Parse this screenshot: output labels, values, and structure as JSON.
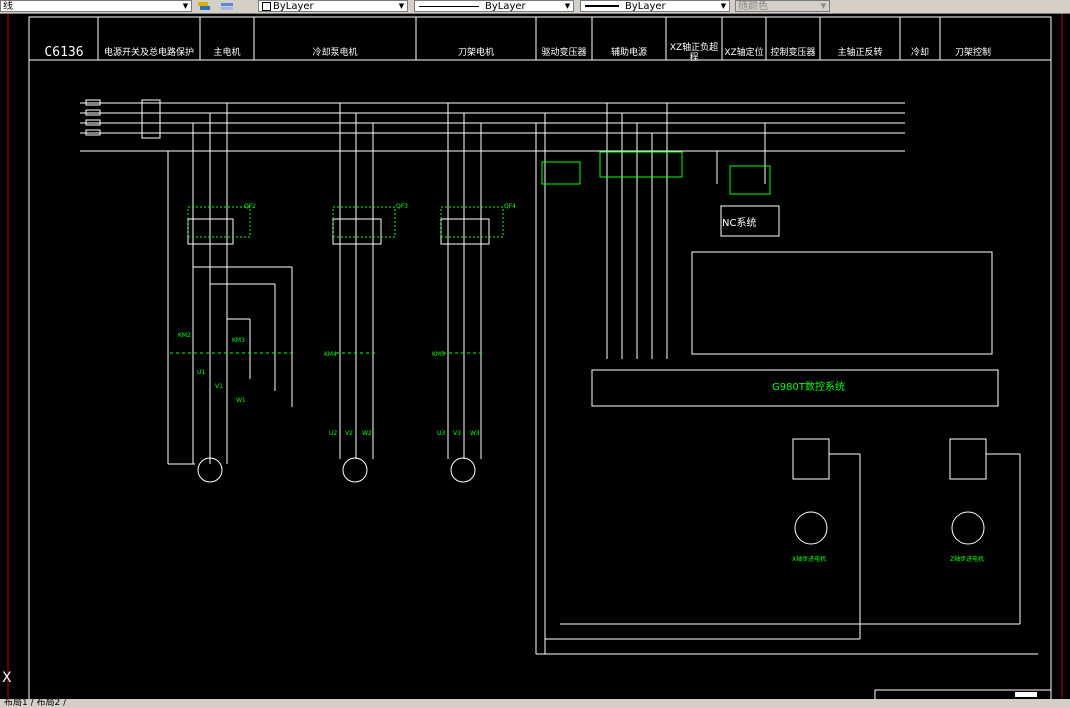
{
  "toolbar": {
    "layer_name": "线",
    "color_label": "ByLayer",
    "linetype_label": "ByLayer",
    "lineweight_label": "ByLayer",
    "plotstyle_label": "随颜色"
  },
  "title_block": {
    "model": "C6136",
    "columns": [
      "电源开关及总电路保护",
      "主电机",
      "冷却泵电机",
      "刀架电机",
      "驱动变压器",
      "辅助电源",
      "XZ轴正负超程",
      "XZ轴定位",
      "控制变压器",
      "主轴正反转",
      "冷却",
      "刀架控制"
    ]
  },
  "drawing": {
    "controller_label": "G980T数控系统",
    "nc_box_label": "NC系统",
    "qf_labels": [
      "QF2",
      "QF3",
      "QF4"
    ],
    "km_labels": [
      "KM2",
      "KM3",
      "KM4",
      "KM5"
    ],
    "motor_terminals": [
      [
        "U1",
        "V1",
        "W1"
      ],
      [
        "U2",
        "V2",
        "W2"
      ],
      [
        "U3",
        "V3",
        "W3"
      ]
    ],
    "stepper_labels": [
      "X轴步进电机",
      "Z轴步进电机"
    ]
  },
  "statusbar": {
    "layout_tabs": "布局1 / 布局2 /"
  }
}
